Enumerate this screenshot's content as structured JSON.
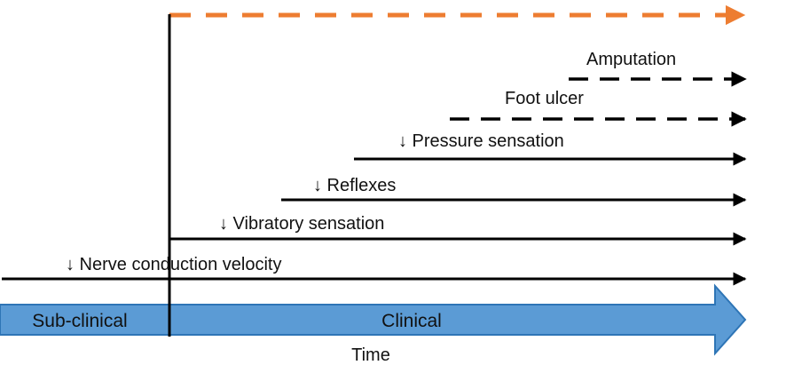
{
  "colors": {
    "accent_dashed": "#ED7D31",
    "line": "#000000",
    "time_arrow_fill": "#5B9BD5",
    "time_arrow_stroke": "#2E75B6"
  },
  "timeline": {
    "phases": [
      {
        "id": "subclinical",
        "label": "Sub-clinical"
      },
      {
        "id": "clinical",
        "label": "Clinical"
      }
    ],
    "axis_label": "Time"
  },
  "progressions": [
    {
      "id": "nerve-conduction",
      "label": "↓ Nerve conduction velocity",
      "style": "solid"
    },
    {
      "id": "vibratory",
      "label": "↓ Vibratory sensation",
      "style": "solid"
    },
    {
      "id": "reflexes",
      "label": "↓ Reflexes",
      "style": "solid"
    },
    {
      "id": "pressure",
      "label": "↓ Pressure sensation",
      "style": "solid"
    },
    {
      "id": "foot-ulcer",
      "label": "Foot ulcer",
      "style": "dashed"
    },
    {
      "id": "amputation",
      "label": "Amputation",
      "style": "dashed"
    }
  ],
  "accent_arrow": {
    "style": "dashed",
    "color_key": "accent_dashed"
  }
}
